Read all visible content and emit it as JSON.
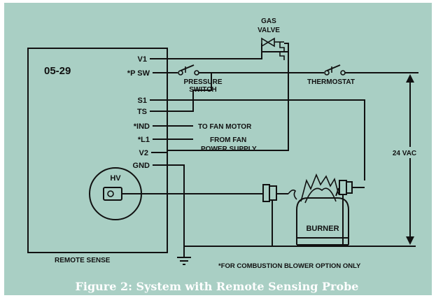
{
  "figure": {
    "caption": "Figure 2: System with Remote Sensing Probe",
    "background": "#a9cfc4",
    "panel_border": "#ffffff",
    "ink": "#111111"
  },
  "control": {
    "model": "05-29",
    "name": "REMOTE SENSE",
    "terminals": [
      "V1",
      "*P SW",
      "S1",
      "TS",
      "*IND",
      "*L1",
      "V2",
      "GND"
    ],
    "hv_label": "HV"
  },
  "components": {
    "gas_valve": "GAS VALVE",
    "gas_valve_line1": "GAS",
    "gas_valve_line2": "VALVE",
    "pressure_switch_line1": "PRESSURE",
    "pressure_switch_line2": "SWITCH",
    "thermostat": "THERMOSTAT",
    "fan_motor": "TO FAN MOTOR",
    "fan_supply_line1": "FROM FAN",
    "fan_supply_line2": "POWER SUPPLY",
    "burner": "BURNER",
    "supply_voltage": "24 VAC"
  },
  "footnote": "*FOR COMBUSTION BLOWER OPTION ONLY"
}
